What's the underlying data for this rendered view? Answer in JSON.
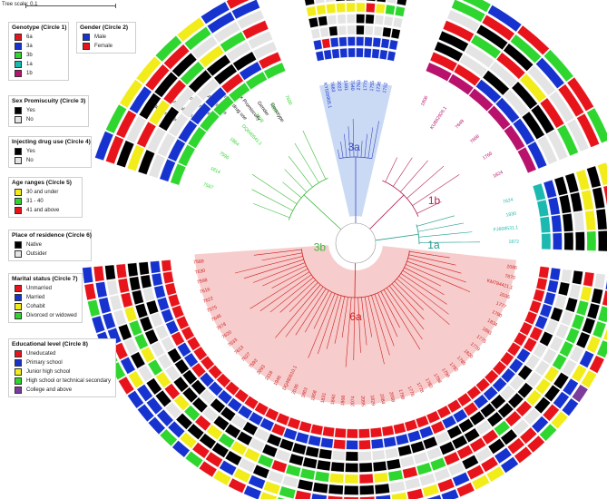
{
  "tree_scale": "Tree scale: 0.1",
  "clade_labels": [
    {
      "text": "3a",
      "color": "#3b4cc0"
    },
    {
      "text": "1b",
      "color": "#b51f55"
    },
    {
      "text": "1a",
      "color": "#1f9b8c"
    },
    {
      "text": "3b",
      "color": "#3bb93b"
    },
    {
      "text": "6a",
      "color": "#d11f1f"
    }
  ],
  "legends": {
    "genotype": {
      "title": "Genotype (Circle 1)",
      "items": [
        {
          "label": "6a",
          "color": "#e8141b"
        },
        {
          "label": "3a",
          "color": "#1733cf"
        },
        {
          "label": "3b",
          "color": "#2fd62f"
        },
        {
          "label": "1a",
          "color": "#1cb9b0"
        },
        {
          "label": "1b",
          "color": "#b8126d"
        }
      ]
    },
    "gender": {
      "title": "Gender (Circle 2)",
      "items": [
        {
          "label": "Male",
          "color": "#1733cf"
        },
        {
          "label": "Female",
          "color": "#e8141b"
        }
      ]
    },
    "sex": {
      "title": "Sex Promiscuity (Circle 3)",
      "items": [
        {
          "label": "Yes",
          "color": "#000000"
        },
        {
          "label": "No",
          "color": "#e4e4e4"
        }
      ]
    },
    "drug": {
      "title": "Injecting drug use (Circle 4)",
      "items": [
        {
          "label": "Yes",
          "color": "#000000"
        },
        {
          "label": "No",
          "color": "#e4e4e4"
        }
      ]
    },
    "age": {
      "title": "Age ranges (Circle 5)",
      "items": [
        {
          "label": "30 and under",
          "color": "#f2ec1a"
        },
        {
          "label": "31 - 40",
          "color": "#2fd62f"
        },
        {
          "label": "41 and above",
          "color": "#e8141b"
        }
      ]
    },
    "residence": {
      "title": "Place of residence (Circle 6)",
      "items": [
        {
          "label": "Native",
          "color": "#000000"
        },
        {
          "label": "Outsider",
          "color": "#e4e4e4"
        }
      ]
    },
    "marital": {
      "title": "Marital status (Circle 7)",
      "items": [
        {
          "label": "Unmarried",
          "color": "#e8141b"
        },
        {
          "label": "Married",
          "color": "#1733cf"
        },
        {
          "label": "Cohabit",
          "color": "#f2ec1a"
        },
        {
          "label": "Divorced or widowed",
          "color": "#2fd62f"
        }
      ]
    },
    "education": {
      "title": "Educational level (Circle 8)",
      "items": [
        {
          "label": "Uneducated",
          "color": "#e8141b"
        },
        {
          "label": "Primary school",
          "color": "#1733cf"
        },
        {
          "label": "Junior high school",
          "color": "#f2ec1a"
        },
        {
          "label": "High school or technical secondary",
          "color": "#2fd62f"
        },
        {
          "label": "College and above",
          "color": "#7b3c9c"
        }
      ]
    }
  },
  "ring_labels": [
    "Educational level",
    "Marital status",
    "Place of residence",
    "Age ranges",
    "Injecting drug use",
    "Sex Promiscuity",
    "Gender",
    "Genotype"
  ],
  "leaves": {
    "t3a": [
      "KY026905.1",
      "7663",
      "3022",
      "1491",
      "7540",
      "2763",
      "1773",
      "1755",
      "1736",
      "1752"
    ],
    "t3a_color": "#1733cf",
    "t1b": [
      "1806",
      "KU862926.1",
      "7649",
      "7668",
      "1766",
      "1824"
    ],
    "t1b_color": "#b8126d",
    "t1a": [
      "7624",
      "1930",
      "FJ608531.1",
      "1872"
    ],
    "t1a_color": "#1cb9b0",
    "t3b": [
      "7567",
      "1814",
      "7596",
      "1864",
      "DQ640541.1",
      "7808",
      "7599",
      "7600"
    ],
    "t3b_color": "#2fd62f",
    "t6a": [
      "2086",
      "7670",
      "KM784421.1",
      "2035",
      "1777",
      "1790",
      "1834",
      "1861",
      "1775",
      "1779",
      "1820",
      "1785",
      "1792",
      "1796",
      "1788",
      "1780",
      "1778",
      "1776",
      "1798",
      "2058",
      "2084",
      "1829",
      "2095",
      "2074",
      "1868",
      "1840",
      "1831",
      "1858",
      "1863",
      "2039",
      "DQ480510.1",
      "1946",
      "2118",
      "2093",
      "7593",
      "7627",
      "7613",
      "7633",
      "7620",
      "7578",
      "7646",
      "7575",
      "7622",
      "7616",
      "7598",
      "7630",
      "7589"
    ],
    "t6a_color": "#d11f1f"
  }
}
